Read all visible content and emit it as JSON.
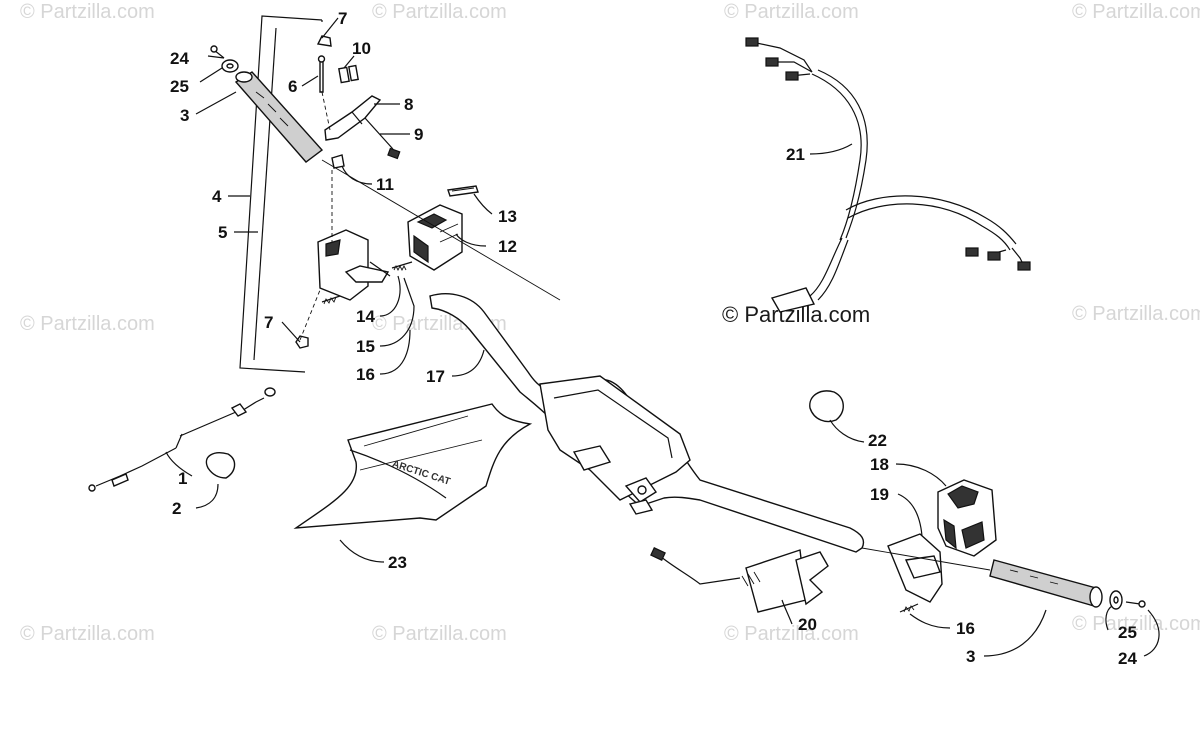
{
  "watermark": {
    "text": "© Partzilla.com",
    "main_text": "© Partzilla.com"
  },
  "callouts": {
    "c1": "1",
    "c2": "2",
    "c3a": "3",
    "c3b": "3",
    "c4": "4",
    "c5": "5",
    "c6": "6",
    "c7a": "7",
    "c7b": "7",
    "c8": "8",
    "c9": "9",
    "c10": "10",
    "c11": "11",
    "c12": "12",
    "c13": "13",
    "c14": "14",
    "c15": "15",
    "c16a": "16",
    "c16b": "16",
    "c17": "17",
    "c18": "18",
    "c19": "19",
    "c20": "20",
    "c21": "21",
    "c22": "22",
    "c23": "23",
    "c24a": "24",
    "c24b": "24",
    "c25a": "25",
    "c25b": "25"
  }
}
